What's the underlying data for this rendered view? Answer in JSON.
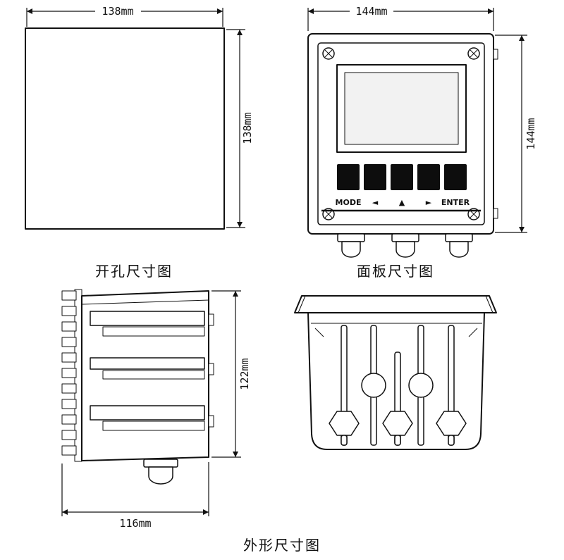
{
  "captions": {
    "cutout": "开孔尺寸图",
    "panel": "面板尺寸图",
    "outline": "外形尺寸图"
  },
  "dimensions": {
    "cutout_width": "138mm",
    "cutout_height": "138mm",
    "panel_width": "144mm",
    "panel_height": "144mm",
    "side_height": "122mm",
    "side_width": "116mm"
  },
  "panel": {
    "buttons": [
      "MODE",
      "◄",
      "▲",
      "►",
      "ENTER"
    ]
  },
  "colors": {
    "ink": "#111111",
    "screen": "#f2f2f2",
    "button": "#0d0d0d",
    "background": "#ffffff"
  }
}
